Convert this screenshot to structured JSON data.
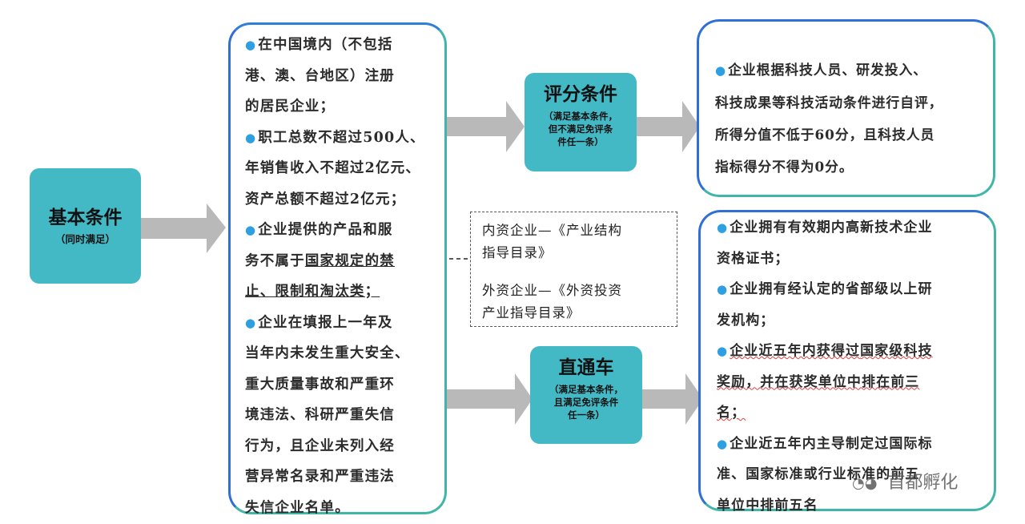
{
  "basic": {
    "title": "基本条件",
    "subtitle": "（同时满足）"
  },
  "conditions": {
    "lines": [
      {
        "bullet": "●",
        "parts": [
          {
            "t": "在中国境内（不包括"
          }
        ]
      },
      {
        "parts": [
          {
            "t": "港、澳、台地区）注册"
          }
        ]
      },
      {
        "parts": [
          {
            "t": "的居民企业；"
          }
        ]
      },
      {
        "bullet": "●",
        "parts": [
          {
            "t": "职工总数"
          },
          {
            "t": "不超过500人、"
          }
        ]
      },
      {
        "parts": [
          {
            "t": "年销售收入"
          },
          {
            "t": "不超过2亿元、"
          }
        ]
      },
      {
        "parts": [
          {
            "t": "资产总额"
          },
          {
            "t": "不超过2亿元；"
          }
        ]
      },
      {
        "bullet": "●",
        "parts": [
          {
            "t": "企业提供的产品和服"
          }
        ]
      },
      {
        "parts": [
          {
            "t": "务不属于"
          },
          {
            "t": "国家规定的禁",
            "style": "u"
          }
        ]
      },
      {
        "parts": [
          {
            "t": "止、限制和淘汰类；",
            "style": "u"
          }
        ]
      },
      {
        "bullet": "●",
        "parts": [
          {
            "t": "企业在填报上一年及"
          }
        ]
      },
      {
        "parts": [
          {
            "t": "当年内未发生重大安全、"
          }
        ]
      },
      {
        "parts": [
          {
            "t": "重大质量事故和严重环"
          }
        ]
      },
      {
        "parts": [
          {
            "t": "境违法、科研严重失信"
          }
        ]
      },
      {
        "parts": [
          {
            "t": "行为，且企业未列入经"
          }
        ]
      },
      {
        "parts": [
          {
            "t": "营异常名录和严重违法"
          }
        ]
      },
      {
        "parts": [
          {
            "t": "失信企业名单。"
          }
        ]
      }
    ]
  },
  "scoring": {
    "title": "评分条件",
    "subtitle_lines": [
      "（满足基本条件，",
      "但不满足免评条",
      "件任一条）"
    ]
  },
  "scoring_detail": {
    "lines": [
      {
        "bullet": "●",
        "parts": [
          {
            "t": "企业根据科技人员、研发投入、"
          }
        ]
      },
      {
        "parts": [
          {
            "t": "科技成果等科技活动条件进行自评，"
          }
        ]
      },
      {
        "parts": [
          {
            "t": "所得分值不低于60分，且科技人员"
          }
        ]
      },
      {
        "parts": [
          {
            "t": "指标得分不得为0分。"
          }
        ]
      }
    ]
  },
  "catalog": {
    "lines": [
      "内资企业—《产业结构",
      "指导目录》",
      "外资企业—《外资投资",
      "产业指导目录》"
    ]
  },
  "direct": {
    "title": "直通车",
    "subtitle_lines": [
      "（满足基本条件，",
      "且满足免评条件",
      "任一条）"
    ]
  },
  "exempt": {
    "lines": [
      {
        "bullet": "●",
        "parts": [
          {
            "t": "企业拥有有效期内"
          },
          {
            "t": "高新技术企业"
          }
        ]
      },
      {
        "parts": [
          {
            "t": "资格证书；"
          }
        ]
      },
      {
        "bullet": "●",
        "parts": [
          {
            "t": "企业拥有经认定的"
          },
          {
            "t": "省部级以上研"
          }
        ]
      },
      {
        "parts": [
          {
            "t": "发机构；"
          }
        ]
      },
      {
        "bullet": "●",
        "parts": [
          {
            "t": "企业近五年内获得过",
            "style": "wavy"
          },
          {
            "t": "国家级科技",
            "style": "wavy"
          }
        ]
      },
      {
        "parts": [
          {
            "t": "奖励，并在获奖单位中排在前三",
            "style": "wavy"
          }
        ]
      },
      {
        "parts": [
          {
            "t": "名；",
            "style": "wavy"
          }
        ]
      },
      {
        "bullet": "●",
        "parts": [
          {
            "t": "企业近五年内主导制定过"
          },
          {
            "t": "国际标"
          }
        ]
      },
      {
        "parts": [
          {
            "t": "准、国家标准或行业标准的前五"
          }
        ]
      },
      {
        "parts": [
          {
            "t": "单位中排前五名"
          }
        ]
      }
    ]
  },
  "watermark": "首都孵化",
  "colors": {
    "teal": "#43b9c6",
    "bullet": "#2e9fe0",
    "arrow": "#b9b9b9",
    "border_blue": "#2f6fd6",
    "border_green": "#3fb6a8"
  }
}
